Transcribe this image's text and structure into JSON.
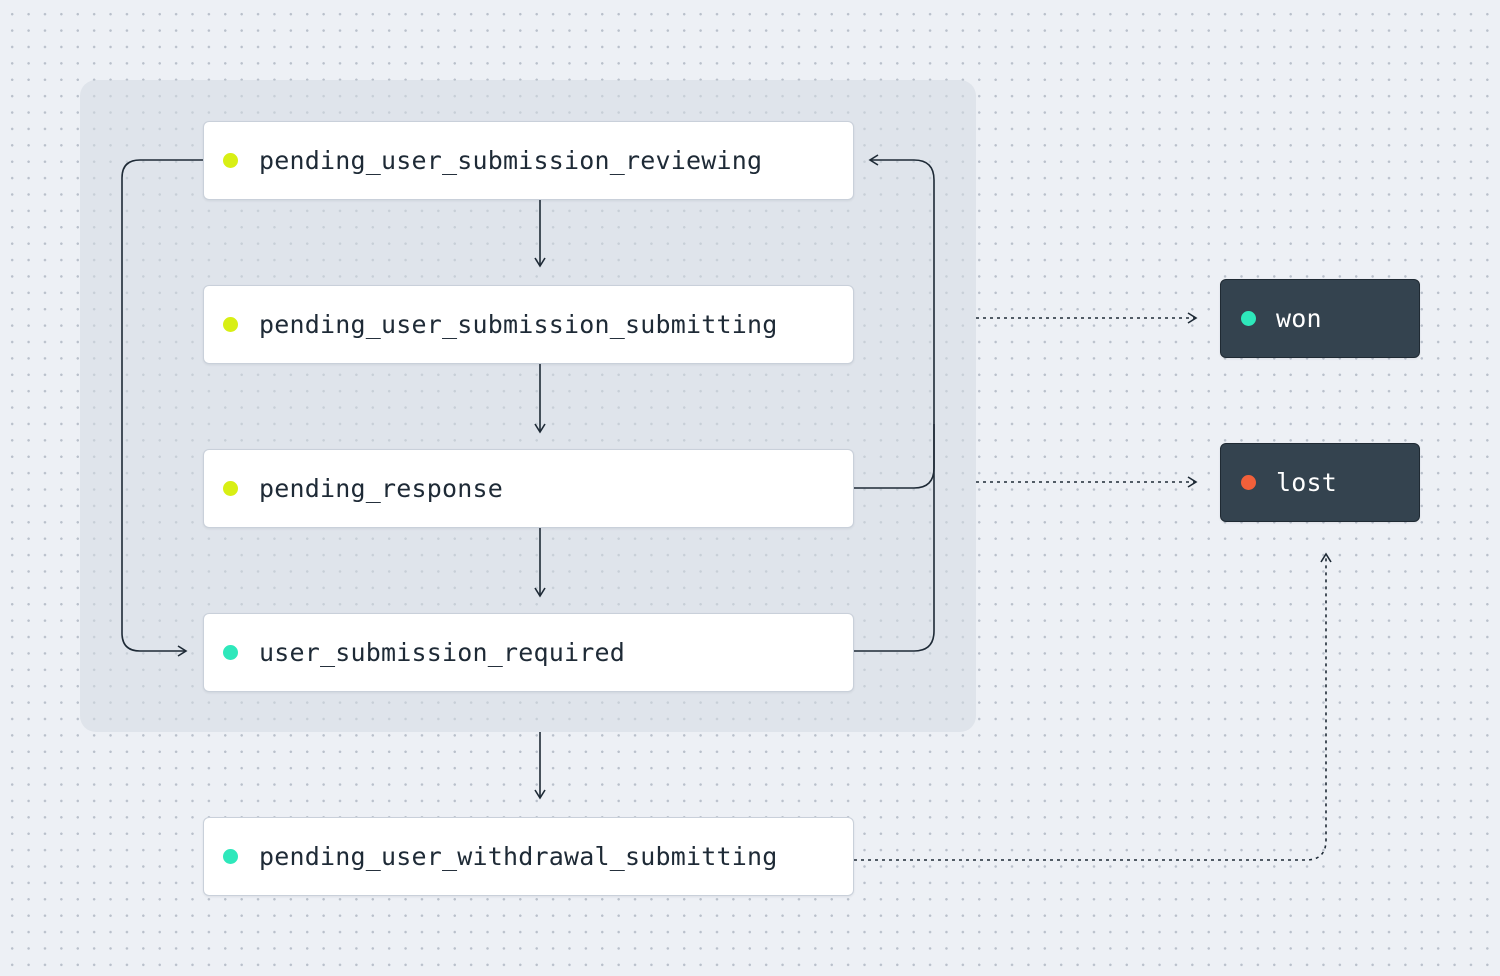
{
  "nodes": {
    "reviewing": {
      "label": "pending_user_submission_reviewing",
      "dot_color": "#d8ef14"
    },
    "submitting": {
      "label": "pending_user_submission_submitting",
      "dot_color": "#d8ef14"
    },
    "response": {
      "label": "pending_response",
      "dot_color": "#d8ef14"
    },
    "required": {
      "label": "user_submission_required",
      "dot_color": "#2ee8bb"
    },
    "withdrawal": {
      "label": "pending_user_withdrawal_submitting",
      "dot_color": "#2ee8bb"
    },
    "won": {
      "label": "won",
      "dot_color": "#2ee8bb"
    },
    "lost": {
      "label": "lost",
      "dot_color": "#f2603a"
    }
  },
  "colors": {
    "background": "#edf0f5",
    "group": "#d4dae2",
    "node_fill": "#ffffff",
    "terminal_fill": "#34434f",
    "connector": "#1e2a36"
  }
}
